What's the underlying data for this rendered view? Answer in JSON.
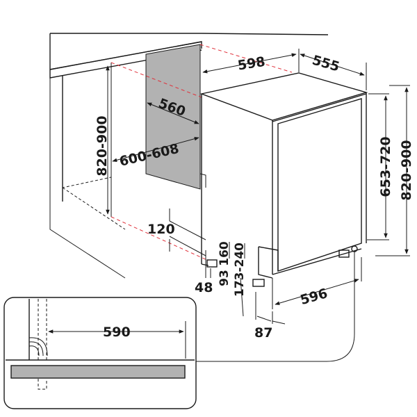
{
  "colors": {
    "line": "#1a1a1a",
    "guide": "#e0303a",
    "panel": "#b2b2b2",
    "board": "#b2b2b2"
  },
  "dimensions": {
    "top_width": "598",
    "top_depth": "555",
    "niche_depth": "560",
    "niche_width": "600-608",
    "niche_height": "820-900",
    "door_height": "653-720",
    "total_height": "820-900",
    "plinth_depth": "120",
    "foot_range_a": "160",
    "foot_range_b": "93",
    "foot_range_c": "173-240",
    "offset_left": "48",
    "base_width": "596",
    "offset_front": "87",
    "detail_width": "590"
  }
}
